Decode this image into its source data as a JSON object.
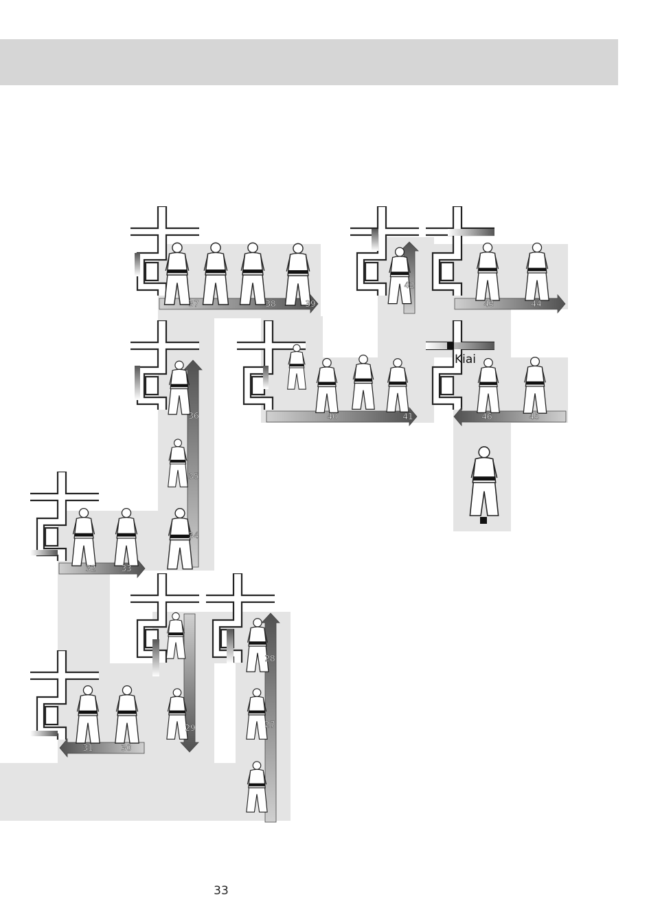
{
  "page": {
    "number": "33"
  },
  "annotation": {
    "kiai": "Kiai"
  },
  "colors": {
    "band": "#e4e4e4",
    "banner": "#d6d6d6",
    "arrow_dark": "#555555",
    "arrow_light": "#c8c8c8",
    "figure_outline": "#222222"
  },
  "steps": [
    {
      "label": "27",
      "direction": "up"
    },
    {
      "label": "28",
      "direction": "up"
    },
    {
      "label": "29",
      "direction": "down"
    },
    {
      "label": "30",
      "direction": "left"
    },
    {
      "label": "31",
      "direction": "left"
    },
    {
      "label": "32",
      "direction": "right"
    },
    {
      "label": "33",
      "direction": "right"
    },
    {
      "label": "34",
      "direction": "up"
    },
    {
      "label": "35",
      "direction": "up"
    },
    {
      "label": "36",
      "direction": "up"
    },
    {
      "label": "37",
      "direction": "right"
    },
    {
      "label": "38",
      "direction": "right"
    },
    {
      "label": "39",
      "direction": "right"
    },
    {
      "label": "40",
      "direction": "right"
    },
    {
      "label": "41",
      "direction": "right"
    },
    {
      "label": "42",
      "direction": "up"
    },
    {
      "label": "43",
      "direction": "right"
    },
    {
      "label": "44",
      "direction": "right"
    },
    {
      "label": "45",
      "direction": "left"
    },
    {
      "label": "46",
      "direction": "left"
    }
  ]
}
